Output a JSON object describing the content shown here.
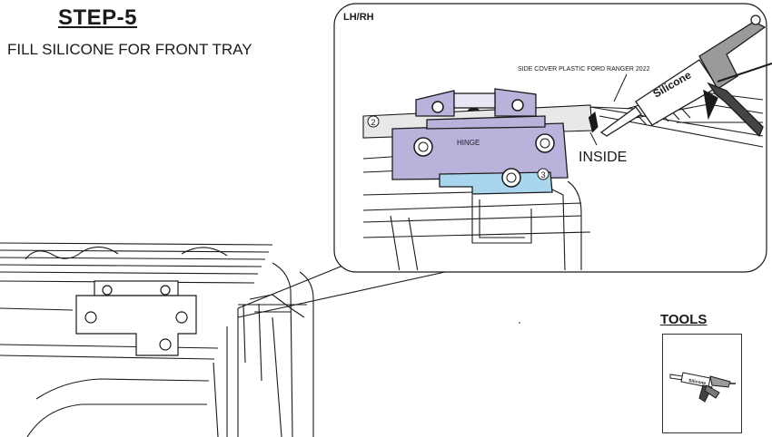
{
  "header": {
    "step_title": "STEP-5",
    "instruction": "FILL SILICONE FOR FRONT TRAY"
  },
  "detail": {
    "side_label": "LH/RH",
    "callout_text": "SIDE COVER PLASTIC FORD RANGER 2022",
    "hinge_label": "HINGE",
    "inside_label": "INSIDE",
    "gun_label": "Silicone",
    "part_numbers": [
      "2",
      "3"
    ]
  },
  "tools": {
    "label": "TOOLS",
    "gun_label": "Silicone"
  },
  "colors": {
    "hinge_plate": "#b9b3dc",
    "bracket": "#a9d6ee",
    "line": "#1a1a1a"
  }
}
